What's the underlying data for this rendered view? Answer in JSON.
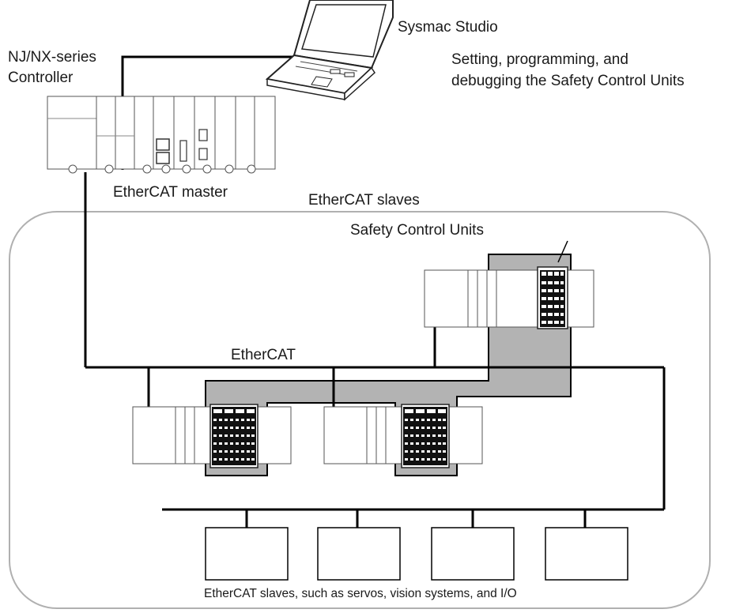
{
  "labels": {
    "controller": [
      "NJ/NX-series",
      "Controller"
    ],
    "sysmac_studio": "Sysmac Studio",
    "sysmac_description": [
      "Setting, programming, and",
      "debugging the Safety Control Units"
    ],
    "ethercat_master": "EtherCAT master",
    "ethercat_slaves": "EtherCAT slaves",
    "safety_control_units": "Safety Control Units",
    "ethercat": "EtherCAT",
    "other_slaves": "EtherCAT slaves, such as servos, vision systems, and I/O"
  },
  "colors": {
    "safety_highlight": "#b3b3b3",
    "line": "#000000",
    "region_border": "#b0b0b0"
  },
  "icons": {
    "laptop": "laptop-icon",
    "controller": "plc-controller-icon",
    "safety_unit": "terminal-block-icon"
  }
}
